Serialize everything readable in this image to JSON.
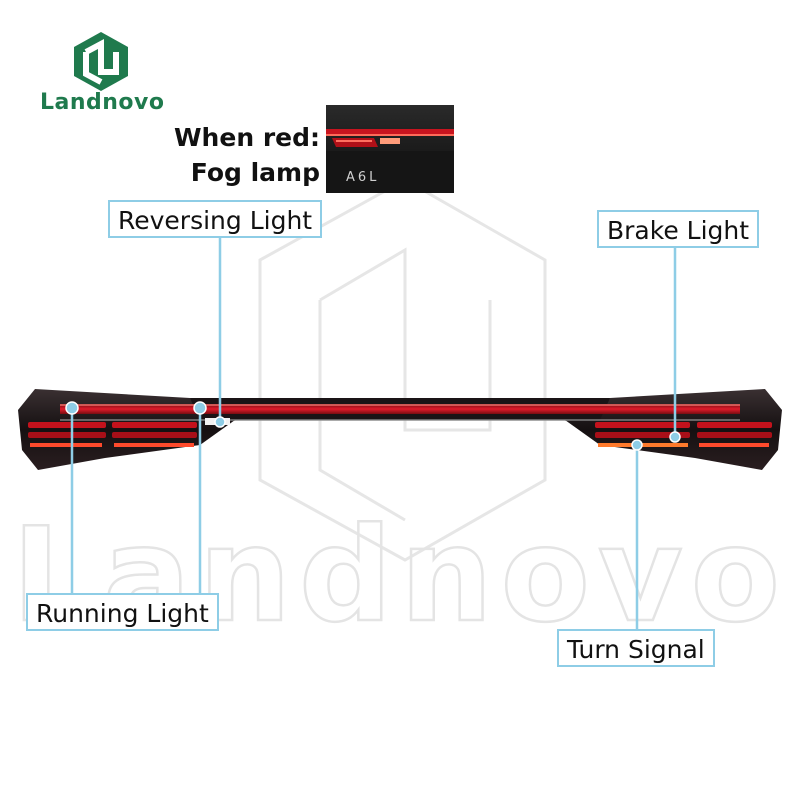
{
  "brand": {
    "name": "Landnovo",
    "color": "#1f7a4d"
  },
  "watermark": {
    "text": "Landnovo"
  },
  "fog_note": {
    "line1": "When red:",
    "line2": "Fog lamp",
    "inset_badge": "A6L"
  },
  "callouts": {
    "reversing": "Reversing Light",
    "brake": "Brake Light",
    "running": "Running Light",
    "turn": "Turn Signal"
  },
  "colors": {
    "callout_border": "#8ecde6",
    "leader_line": "#8ecde6",
    "light_red": "#e01b2a",
    "housing": "#1a1416"
  }
}
